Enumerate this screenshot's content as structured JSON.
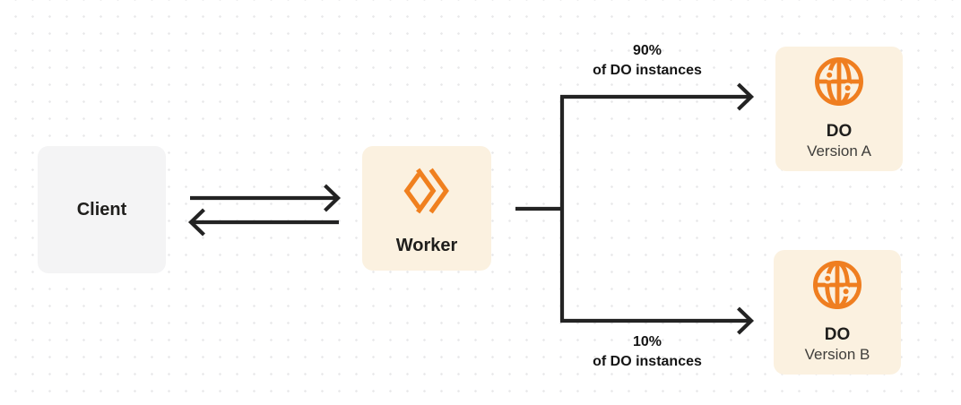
{
  "diagram": {
    "description": "Worker routing traffic between two Durable Object versions"
  },
  "colors": {
    "background": "#ffffff",
    "dot_grid": "#e8e8e9",
    "client_box": "#f4f4f5",
    "cream_box": "#fbf1e0",
    "orange_accent": "#f0801f",
    "connector_line": "#232323",
    "text_primary": "#1f1e1c",
    "text_secondary": "#3f3e3b"
  },
  "nodes": {
    "client": {
      "label": "Client"
    },
    "worker": {
      "label": "Worker",
      "icon": "workers-icon"
    },
    "do_version_a": {
      "title": "DO",
      "subtitle": "Version A",
      "icon": "durable-object-globe-icon"
    },
    "do_version_b": {
      "title": "DO",
      "subtitle": "Version B",
      "icon": "durable-object-globe-icon"
    }
  },
  "edge_labels": {
    "top": {
      "percent": "90%",
      "caption": "of DO instances"
    },
    "bottom": {
      "percent": "10%",
      "caption": "of DO instances"
    }
  }
}
